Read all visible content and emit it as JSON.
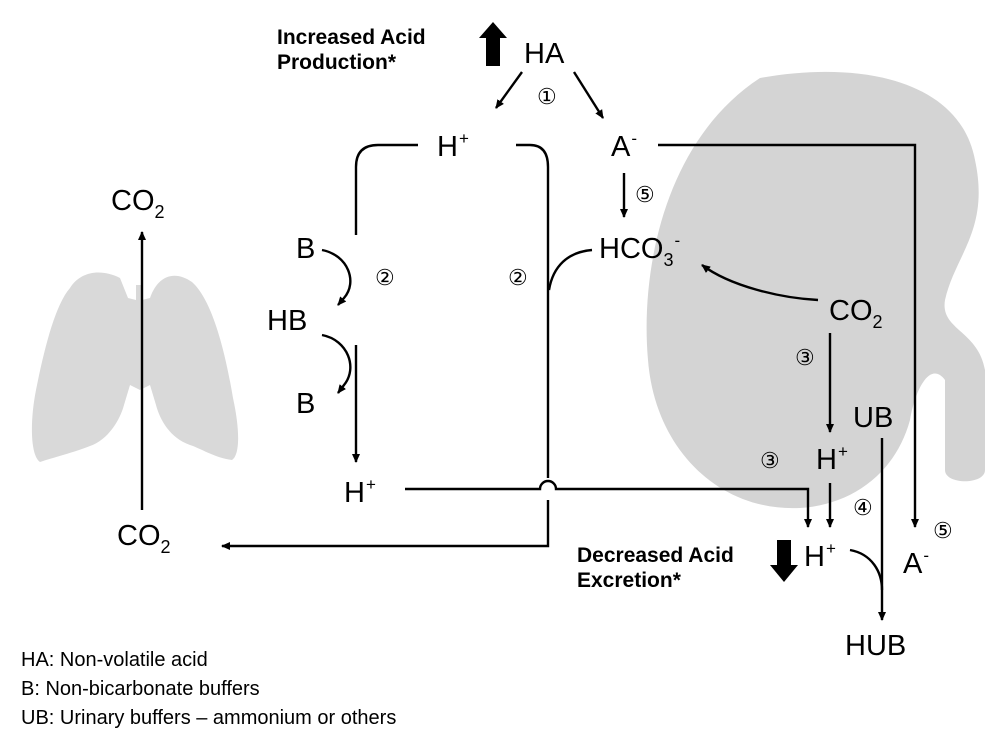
{
  "title_note": {
    "line1": "Increased Acid",
    "line2": "Production*"
  },
  "decreased_note": {
    "line1": "Decreased Acid",
    "line2": "Excretion*"
  },
  "species": {
    "ha": "HA",
    "h": "H",
    "h_sup": "+",
    "a": "A",
    "a_sup": "-",
    "hco3_main": "HCO",
    "hco3_sub": "3",
    "hco3_sup": "-",
    "co2_main": "CO",
    "co2_sub": "2",
    "b": "B",
    "hb": "HB",
    "ub": "UB",
    "hub": "HUB"
  },
  "steps": {
    "s1": "①",
    "s2": "②",
    "s3": "③",
    "s4": "④",
    "s5": "⑤"
  },
  "legend": [
    "HA: Non-volatile acid",
    "B: Non-bicarbonate buffers",
    "UB: Urinary buffers – ammonium or others"
  ],
  "colors": {
    "organ_fill": "#d6d6d6",
    "lung_fill": "#d9d9d9",
    "kidney_fill": "#d4d4d4",
    "line": "#000000"
  },
  "icons": {
    "up_arrow": "thick-up-arrow-icon",
    "down_arrow": "thick-down-arrow-icon"
  }
}
